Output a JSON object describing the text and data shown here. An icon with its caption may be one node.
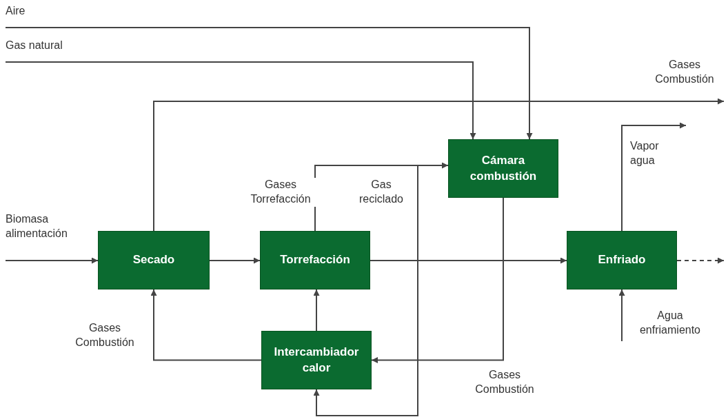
{
  "diagram": {
    "nodes": [
      {
        "text": [
          "Secado"
        ]
      },
      {
        "text": [
          "Torrefacción"
        ]
      },
      {
        "text": [
          "Cámara combustión"
        ]
      },
      {
        "text": [
          "Enfriado"
        ]
      },
      {
        "text": [
          "Intercambiador calor"
        ]
      }
    ],
    "edges": [
      {
        "from": null,
        "to": 2,
        "arrow": "to",
        "label": "Aire"
      },
      {
        "from": null,
        "to": 2,
        "arrow": "to",
        "label": "Gas natural"
      },
      {
        "from": 0,
        "to": null,
        "arrow": "to",
        "label": "Gases Combustión"
      },
      {
        "from": 1,
        "to": 2,
        "arrow": "to",
        "label": "Gases Torrefacción"
      },
      {
        "from": 1,
        "to": 4,
        "arrow": "to",
        "label": "Gas reciclado"
      },
      {
        "from": 2,
        "to": 4,
        "arrow": "to",
        "label": "Gases Combustión"
      },
      {
        "from": 4,
        "to": 0,
        "arrow": "to",
        "label": "Gases Combustión"
      },
      {
        "from": 4,
        "to": 1,
        "arrow": "to"
      },
      {
        "from": null,
        "to": 0,
        "arrow": "to",
        "label": "Biomasa alimentación"
      },
      {
        "from": 0,
        "to": 1,
        "arrow": "to"
      },
      {
        "from": 1,
        "to": 3,
        "arrow": "to"
      },
      {
        "from": 3,
        "to": null,
        "arrow": "to",
        "label": "Vapor agua"
      },
      {
        "from": null,
        "to": 3,
        "arrow": "to",
        "label": "Agua enfriamiento"
      },
      {
        "from": 3,
        "to": null,
        "arrow": "to",
        "style": "dashed"
      }
    ]
  }
}
